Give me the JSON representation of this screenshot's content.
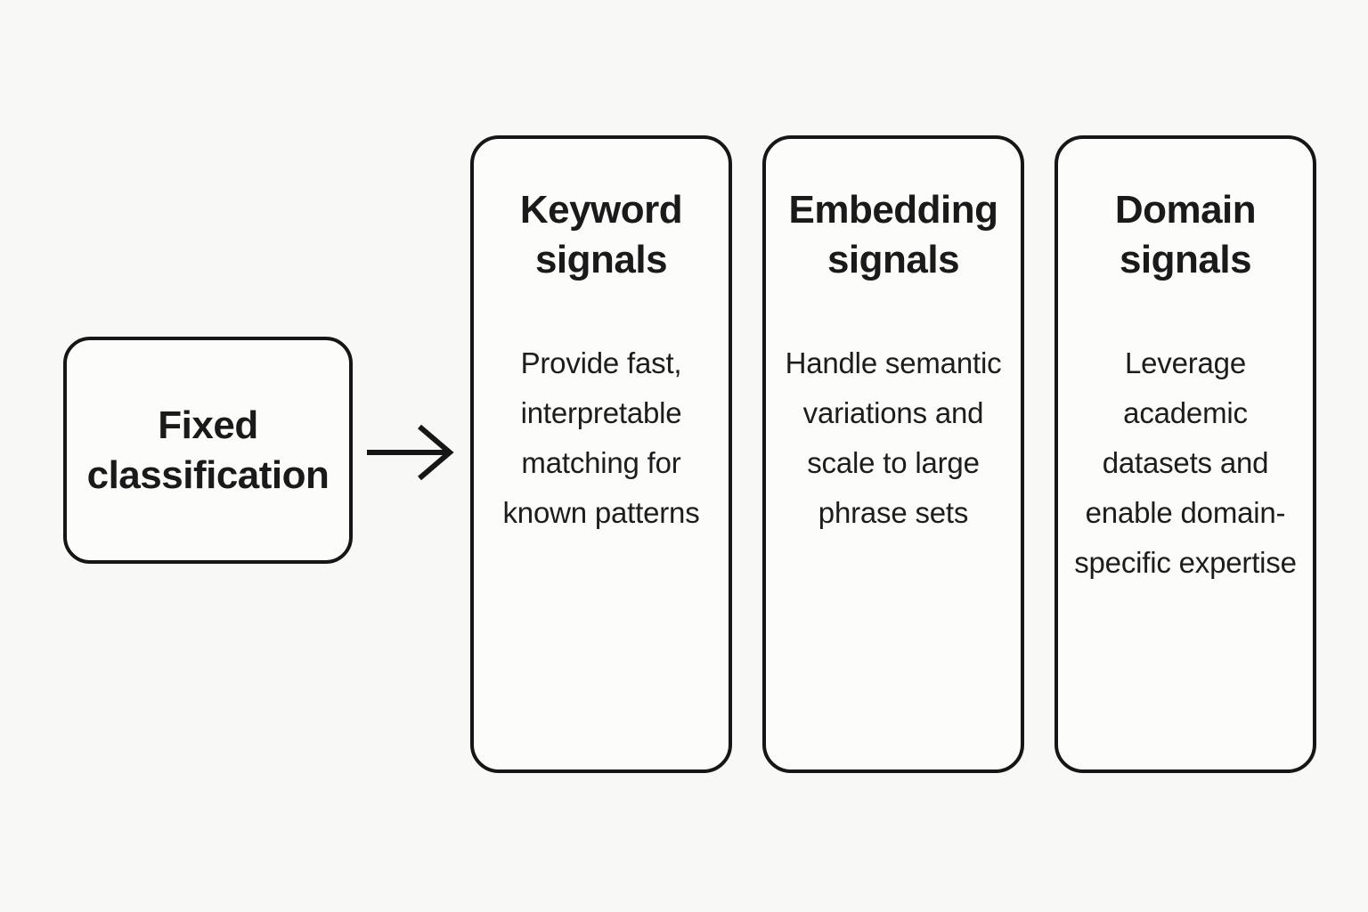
{
  "diagram": {
    "source_node": {
      "label": "Fixed classification"
    },
    "connector": {
      "type": "right-arrow"
    },
    "cards": [
      {
        "title": "Keyword signals",
        "body": "Provide fast, interpretable matching for known patterns"
      },
      {
        "title": "Embedding signals",
        "body": "Handle semantic variations and scale to large phrase sets"
      },
      {
        "title": "Domain signals",
        "body": "Leverage academic datasets and enable domain-specific expertise"
      }
    ],
    "colors": {
      "background": "#f8f8f6",
      "node_fill": "#fcfcfa",
      "stroke": "#161616",
      "text": "#1a1a1a"
    }
  }
}
